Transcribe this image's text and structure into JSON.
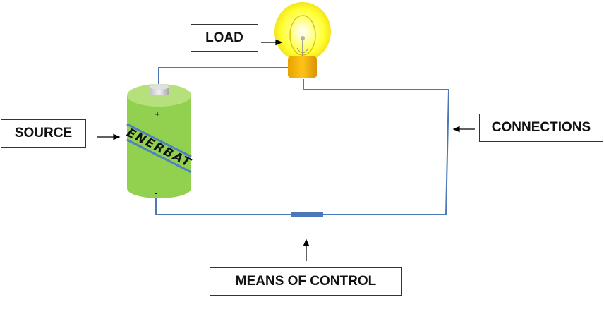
{
  "labels": {
    "load": "LOAD",
    "source": "SOURCE",
    "connections": "CONNECTIONS",
    "means_of_control": "MEANS OF CONTROL"
  },
  "battery": {
    "brand": "ENERBAT",
    "positive": "+",
    "negative": "-"
  },
  "colors": {
    "wire": "#4a78b8",
    "battery_body": "#92d050",
    "battery_stripe": "#4f81bd",
    "bulb_glow": "#ffff66",
    "bulb_base": "#f0b000",
    "switch": "#4a78b8"
  }
}
